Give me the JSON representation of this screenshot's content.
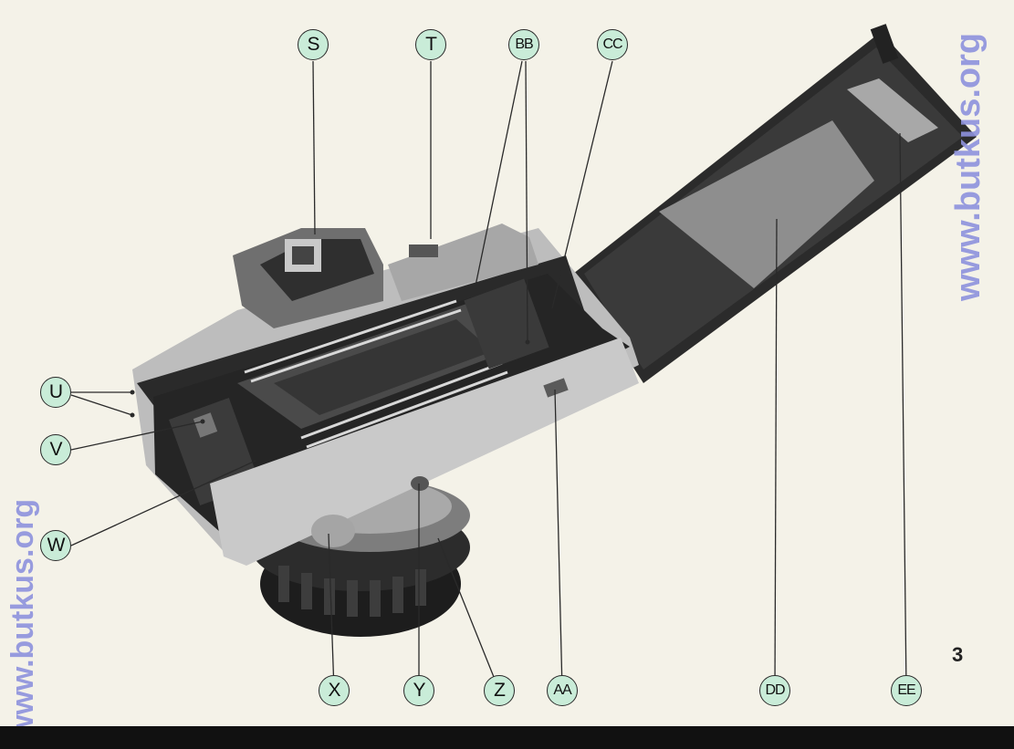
{
  "labels": {
    "S": "S",
    "T": "T",
    "BB": "BB",
    "CC": "CC",
    "U": "U",
    "V": "V",
    "W": "W",
    "X": "X",
    "Y": "Y",
    "Z": "Z",
    "AA": "AA",
    "DD": "DD",
    "EE": "EE"
  },
  "page_number": "3",
  "watermark": "www.butkus.org",
  "colors": {
    "callout_fill": "#c9ecd8",
    "paper": "#f4f2e8",
    "watermark": "#8e92dd"
  }
}
